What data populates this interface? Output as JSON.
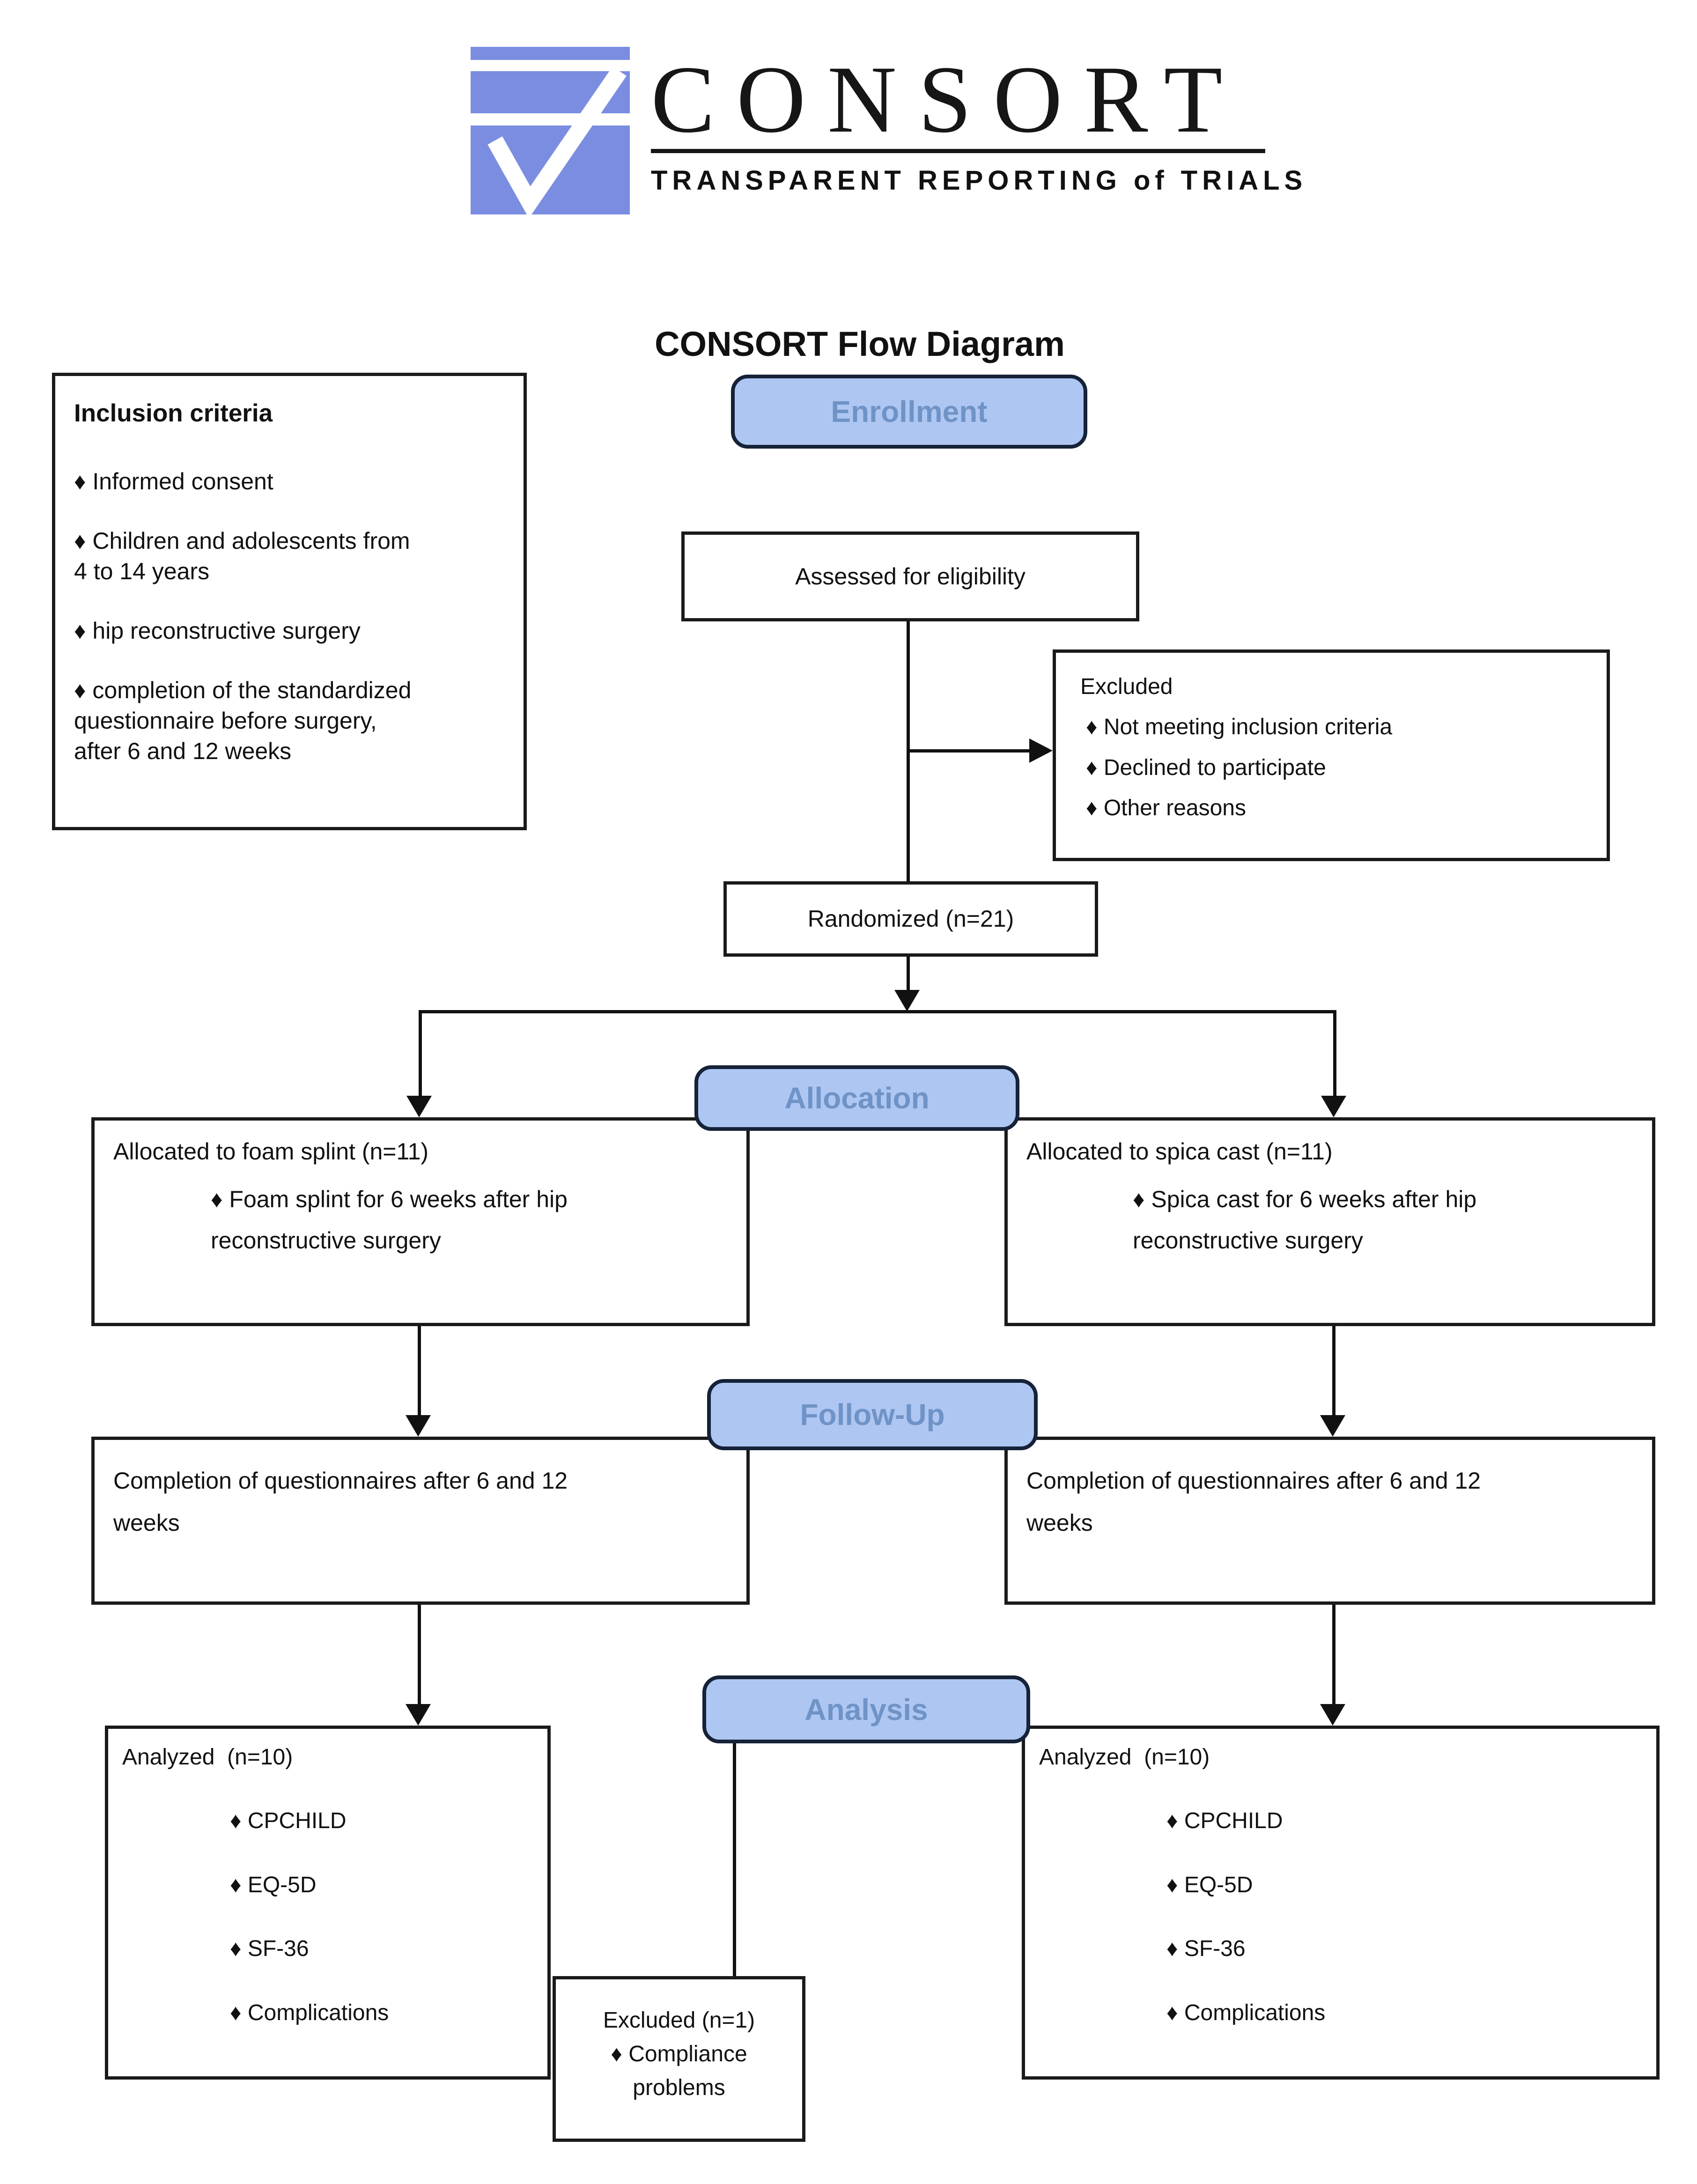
{
  "logo": {
    "wordmark": "CONSORT",
    "tagline": "TRANSPARENT REPORTING of TRIALS"
  },
  "title": "CONSORT Flow Diagram",
  "stages": {
    "enrollment": "Enrollment",
    "allocation": "Allocation",
    "followup": "Follow-Up",
    "analysis": "Analysis"
  },
  "inclusion": {
    "title": "Inclusion criteria",
    "bullets": [
      [
        "♦ Informed consent"
      ],
      [
        "♦ Children and adolescents from",
        "4 to 14 years"
      ],
      [
        "♦ hip reconstructive surgery"
      ],
      [
        "♦ completion of the standardized",
        "questionnaire before surgery,",
        "after 6 and 12 weeks"
      ]
    ]
  },
  "assessed": {
    "text": "Assessed for eligibility"
  },
  "excluded": {
    "title": "Excluded",
    "bullets": [
      "♦  Not meeting inclusion criteria",
      "♦  Declined to participate",
      "♦  Other reasons"
    ]
  },
  "randomized": {
    "text": "Randomized (n=21)"
  },
  "allocation_left": {
    "line1": "Allocated to foam splint (n=11)",
    "bullet": [
      "♦ Foam splint for 6 weeks after hip",
      "reconstructive surgery"
    ]
  },
  "allocation_right": {
    "line1": "Allocated to spica cast (n=11)",
    "bullet": [
      "♦ Spica cast for 6 weeks after hip",
      "reconstructive surgery"
    ]
  },
  "followup_left": {
    "lines": [
      "Completion of questionnaires after 6 and 12",
      "weeks"
    ]
  },
  "followup_right": {
    "lines": [
      "Completion of questionnaires after 6 and 12",
      "weeks"
    ]
  },
  "analyzed_left": {
    "title": "Analyzed  (n=10)",
    "bullets": [
      "♦ CPCHILD",
      "♦ EQ-5D",
      "♦ SF-36",
      "♦ Complications"
    ]
  },
  "analyzed_right": {
    "title": "Analyzed  (n=10)",
    "bullets": [
      "♦ CPCHILD",
      "♦ EQ-5D",
      "♦ SF-36",
      "♦ Complications"
    ]
  },
  "excluded_analysis": {
    "lines": [
      "Excluded (n=1)",
      "♦  Compliance",
      "problems"
    ]
  },
  "colors": {
    "stage_fill": "#aec6f2",
    "stage_border": "#152238",
    "stage_text": "#6f93c6",
    "box_border": "#1a1a1a",
    "line": "#111111",
    "logo_blue": "#7b8de0"
  }
}
